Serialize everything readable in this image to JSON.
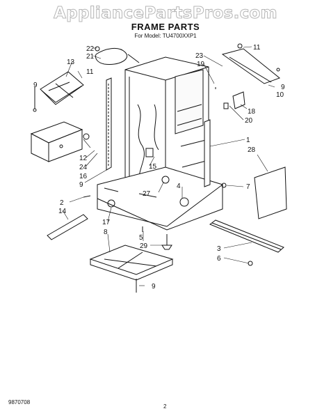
{
  "watermark": "AppliancePartsPros.com",
  "title": "FRAME PARTS",
  "model_line": "For Model: TU4700XXP1",
  "footer": {
    "doc_code": "9870708",
    "page": "2"
  },
  "callouts": [
    "22",
    "21",
    "11",
    "13",
    "9",
    "12",
    "24",
    "16",
    "9",
    "2",
    "14",
    "17",
    "8",
    "5",
    "29",
    "9",
    "23",
    "19",
    "11",
    "10",
    "9",
    "18",
    "20",
    "1",
    "28",
    "15",
    "27",
    "4",
    "7",
    "3",
    "6"
  ]
}
